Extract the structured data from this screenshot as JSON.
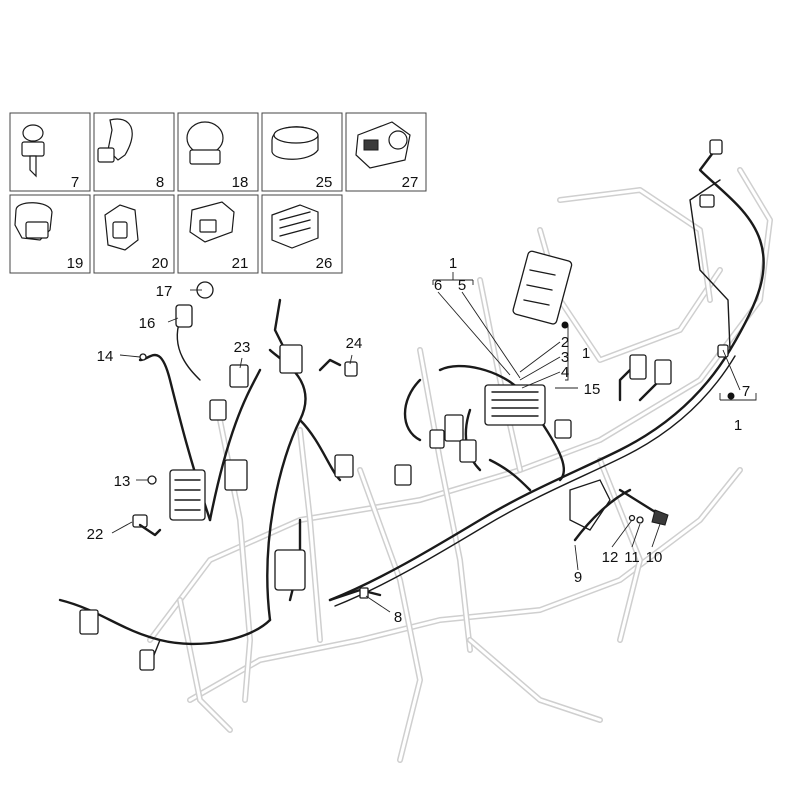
{
  "inset_parts": [
    {
      "label": "7",
      "icon": "clip-with-pin-icon"
    },
    {
      "label": "8",
      "icon": "cable-tie-icon"
    },
    {
      "label": "18",
      "icon": "band-clamp-icon"
    },
    {
      "label": "25",
      "icon": "rubber-grommet-icon"
    },
    {
      "label": "27",
      "icon": "connector-cover-icon"
    },
    {
      "label": "19",
      "icon": "clip-holder-icon"
    },
    {
      "label": "20",
      "icon": "fuse-holder-icon"
    },
    {
      "label": "21",
      "icon": "mounting-clip-icon"
    },
    {
      "label": "26",
      "icon": "multi-pin-connector-icon"
    }
  ],
  "callouts": {
    "c1_top": "1",
    "c6": "6",
    "c5": "5",
    "c2": "2",
    "c3": "3",
    "c4": "4",
    "c1_group": "1",
    "c15": "15",
    "c7_right": "7",
    "c1_right": "1",
    "c17": "17",
    "c16": "16",
    "c14": "14",
    "c23": "23",
    "c24": "24",
    "c13": "13",
    "c22": "22",
    "c8_bottom": "8",
    "c9": "9",
    "c12": "12",
    "c11": "11",
    "c10": "10"
  }
}
